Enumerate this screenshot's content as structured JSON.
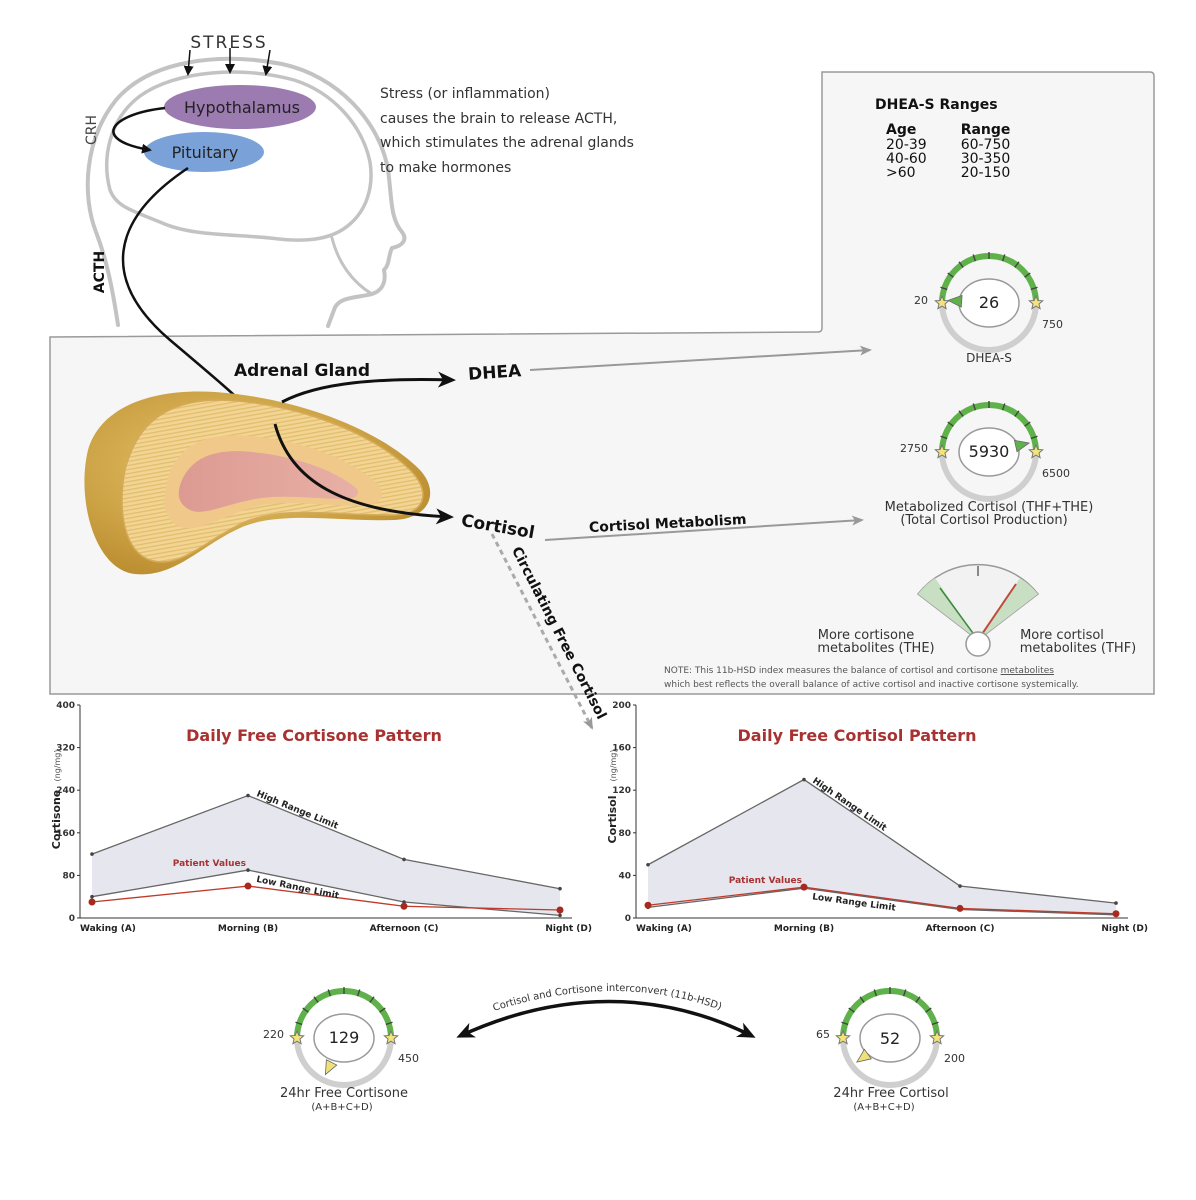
{
  "brain": {
    "stress": "STRESS",
    "hypothalamus": "Hypothalamus",
    "pituitary": "Pituitary",
    "crh": "CRH",
    "acth": "ACTH"
  },
  "description": [
    "Stress (or inflammation)",
    "causes the brain to release ACTH,",
    "which stimulates the adrenal glands",
    "to make hormones"
  ],
  "adrenal": {
    "title": "Adrenal Gland",
    "dhea": "DHEA",
    "cortisol": "Cortisol",
    "cortisol_metabolism": "Cortisol Metabolism",
    "circulating": "Circulating Free Cortisol"
  },
  "dhea_ranges": {
    "title": "DHEA-S Ranges",
    "headers": [
      "Age",
      "Range"
    ],
    "rows": [
      [
        "20-39",
        "60-750"
      ],
      [
        "40-60",
        "30-350"
      ],
      [
        ">60",
        "20-150"
      ]
    ]
  },
  "gauges": {
    "dheas": {
      "value": "26",
      "low": "20",
      "high": "750",
      "label": "DHEA-S",
      "sublabel": ""
    },
    "metabolized": {
      "value": "5930",
      "low": "2750",
      "high": "6500",
      "label": "Metabolized Cortisol (THF+THE)",
      "sublabel": "(Total Cortisol Production)"
    },
    "free_cortisone": {
      "value": "129",
      "low": "220",
      "high": "450",
      "label": "24hr Free Cortisone",
      "sublabel": "(A+B+C+D)"
    },
    "free_cortisol": {
      "value": "52",
      "low": "65",
      "high": "200",
      "label": "24hr Free Cortisol",
      "sublabel": "(A+B+C+D)"
    }
  },
  "balance": {
    "left_line1": "More cortisone",
    "left_line2": "metabolites (THE)",
    "right_line1": "More cortisol",
    "right_line2": "metabolites (THF)"
  },
  "note": {
    "line1_pre": "NOTE: This 11b-HSD index measures the balance of cortisol and cortisone ",
    "line1_link": "metabolites",
    "line2": "which best reflects the overall balance of active cortisol and inactive cortisone systemically."
  },
  "interconvert": "Cortisol and Cortisone interconvert (11b-HSD)",
  "colors": {
    "accent_red": "#a83232",
    "gauge_green": "#5fb24a",
    "hypothalamus": "#9b7bb0",
    "pituitary": "#7aa2d8"
  },
  "chart_data": [
    {
      "type": "area",
      "title": "Daily Free Cortisone Pattern",
      "ylabel": "Cortisone",
      "yunit": "(ng/mg)",
      "categories": [
        "Waking (A)",
        "Morning (B)",
        "Afternoon (C)",
        "Night (D)"
      ],
      "ylim": [
        0,
        400
      ],
      "yticks": [
        0,
        80,
        160,
        240,
        320,
        400
      ],
      "series": [
        {
          "name": "High Range Limit",
          "values": [
            120,
            230,
            110,
            55
          ]
        },
        {
          "name": "Low Range Limit",
          "values": [
            40,
            90,
            30,
            5
          ]
        },
        {
          "name": "Patient Values",
          "values": [
            30,
            60,
            22,
            15
          ]
        }
      ],
      "labels": {
        "high": "High Range Limit",
        "low": "Low Range Limit",
        "patient": "Patient Values"
      }
    },
    {
      "type": "area",
      "title": "Daily Free Cortisol Pattern",
      "ylabel": "Cortisol",
      "yunit": "(ng/mg)",
      "categories": [
        "Waking (A)",
        "Morning (B)",
        "Afternoon (C)",
        "Night (D)"
      ],
      "ylim": [
        0,
        200
      ],
      "yticks": [
        0,
        40,
        80,
        120,
        160,
        200
      ],
      "series": [
        {
          "name": "High Range Limit",
          "values": [
            50,
            130,
            30,
            14
          ]
        },
        {
          "name": "Low Range Limit",
          "values": [
            10,
            28,
            8,
            3
          ]
        },
        {
          "name": "Patient Values",
          "values": [
            12,
            29,
            9,
            4
          ]
        }
      ],
      "labels": {
        "high": "High Range Limit",
        "low": "Low Range Limit",
        "patient": "Patient Values"
      }
    }
  ]
}
